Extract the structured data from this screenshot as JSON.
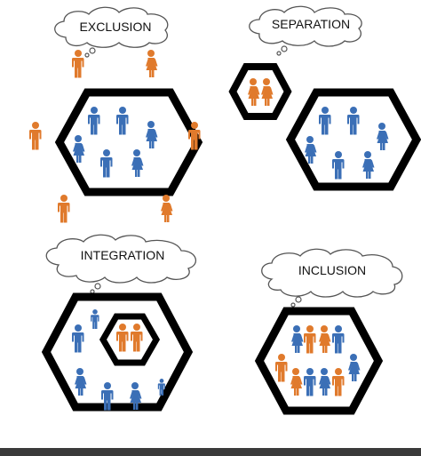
{
  "panels": [
    {
      "id": "exclusion",
      "label": "EXCLUSION"
    },
    {
      "id": "separation",
      "label": "SEPARATION"
    },
    {
      "id": "integration",
      "label": "INTEGRATION"
    },
    {
      "id": "inclusion",
      "label": "INCLUSION"
    }
  ],
  "colors": {
    "blue": "#3b6fb6",
    "orange": "#e07a2c",
    "hexagon_stroke": "#000000",
    "cloud_stroke": "#555555",
    "bottom_bar": "#3a3a3a"
  },
  "icons": [
    "person-male-icon",
    "person-female-icon",
    "thought-cloud-icon",
    "hexagon-boundary"
  ]
}
